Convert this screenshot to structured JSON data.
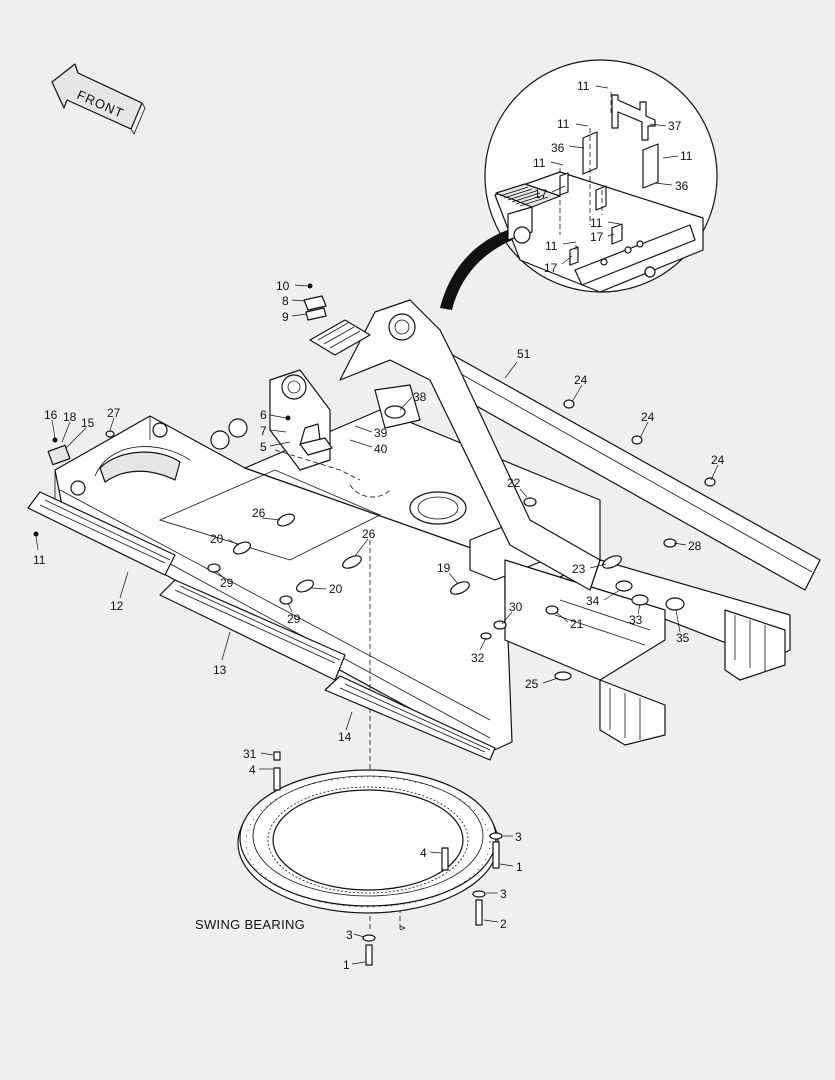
{
  "front_label": "FRONT",
  "caption": "SWING BEARING",
  "callouts": [
    {
      "id": "c1",
      "n": "11"
    },
    {
      "id": "c2",
      "n": "11"
    },
    {
      "id": "c3",
      "n": "37"
    },
    {
      "id": "c4",
      "n": "36"
    },
    {
      "id": "c5",
      "n": "11"
    },
    {
      "id": "c6",
      "n": "11"
    },
    {
      "id": "c7",
      "n": "36"
    },
    {
      "id": "c8",
      "n": "17"
    },
    {
      "id": "c9",
      "n": "11"
    },
    {
      "id": "c10",
      "n": "17"
    },
    {
      "id": "c11",
      "n": "11"
    },
    {
      "id": "c12",
      "n": "17"
    },
    {
      "id": "c13",
      "n": "10"
    },
    {
      "id": "c14",
      "n": "8"
    },
    {
      "id": "c15",
      "n": "9"
    },
    {
      "id": "c16",
      "n": "51"
    },
    {
      "id": "c17",
      "n": "24"
    },
    {
      "id": "c18",
      "n": "24"
    },
    {
      "id": "c19",
      "n": "24"
    },
    {
      "id": "c20",
      "n": "38"
    },
    {
      "id": "c21",
      "n": "6"
    },
    {
      "id": "c22",
      "n": "7"
    },
    {
      "id": "c23",
      "n": "5"
    },
    {
      "id": "c24",
      "n": "39"
    },
    {
      "id": "c25",
      "n": "40"
    },
    {
      "id": "c26",
      "n": "16"
    },
    {
      "id": "c27",
      "n": "18"
    },
    {
      "id": "c28",
      "n": "15"
    },
    {
      "id": "c29",
      "n": "27"
    },
    {
      "id": "c30",
      "n": "22"
    },
    {
      "id": "c31",
      "n": "28"
    },
    {
      "id": "c32",
      "n": "26"
    },
    {
      "id": "c33",
      "n": "26"
    },
    {
      "id": "c34",
      "n": "20"
    },
    {
      "id": "c35",
      "n": "20"
    },
    {
      "id": "c36",
      "n": "29"
    },
    {
      "id": "c37",
      "n": "29"
    },
    {
      "id": "c38",
      "n": "19"
    },
    {
      "id": "c39",
      "n": "23"
    },
    {
      "id": "c40",
      "n": "34"
    },
    {
      "id": "c41",
      "n": "33"
    },
    {
      "id": "c42",
      "n": "35"
    },
    {
      "id": "c43",
      "n": "30"
    },
    {
      "id": "c44",
      "n": "21"
    },
    {
      "id": "c45",
      "n": "32"
    },
    {
      "id": "c46",
      "n": "25"
    },
    {
      "id": "c47",
      "n": "11"
    },
    {
      "id": "c48",
      "n": "12"
    },
    {
      "id": "c49",
      "n": "13"
    },
    {
      "id": "c50",
      "n": "14"
    },
    {
      "id": "c51",
      "n": "31"
    },
    {
      "id": "c52",
      "n": "4"
    },
    {
      "id": "c53",
      "n": "4"
    },
    {
      "id": "c54",
      "n": "3"
    },
    {
      "id": "c55",
      "n": "1"
    },
    {
      "id": "c56",
      "n": "3"
    },
    {
      "id": "c57",
      "n": "2"
    },
    {
      "id": "c58",
      "n": "3"
    },
    {
      "id": "c59",
      "n": "1"
    }
  ]
}
